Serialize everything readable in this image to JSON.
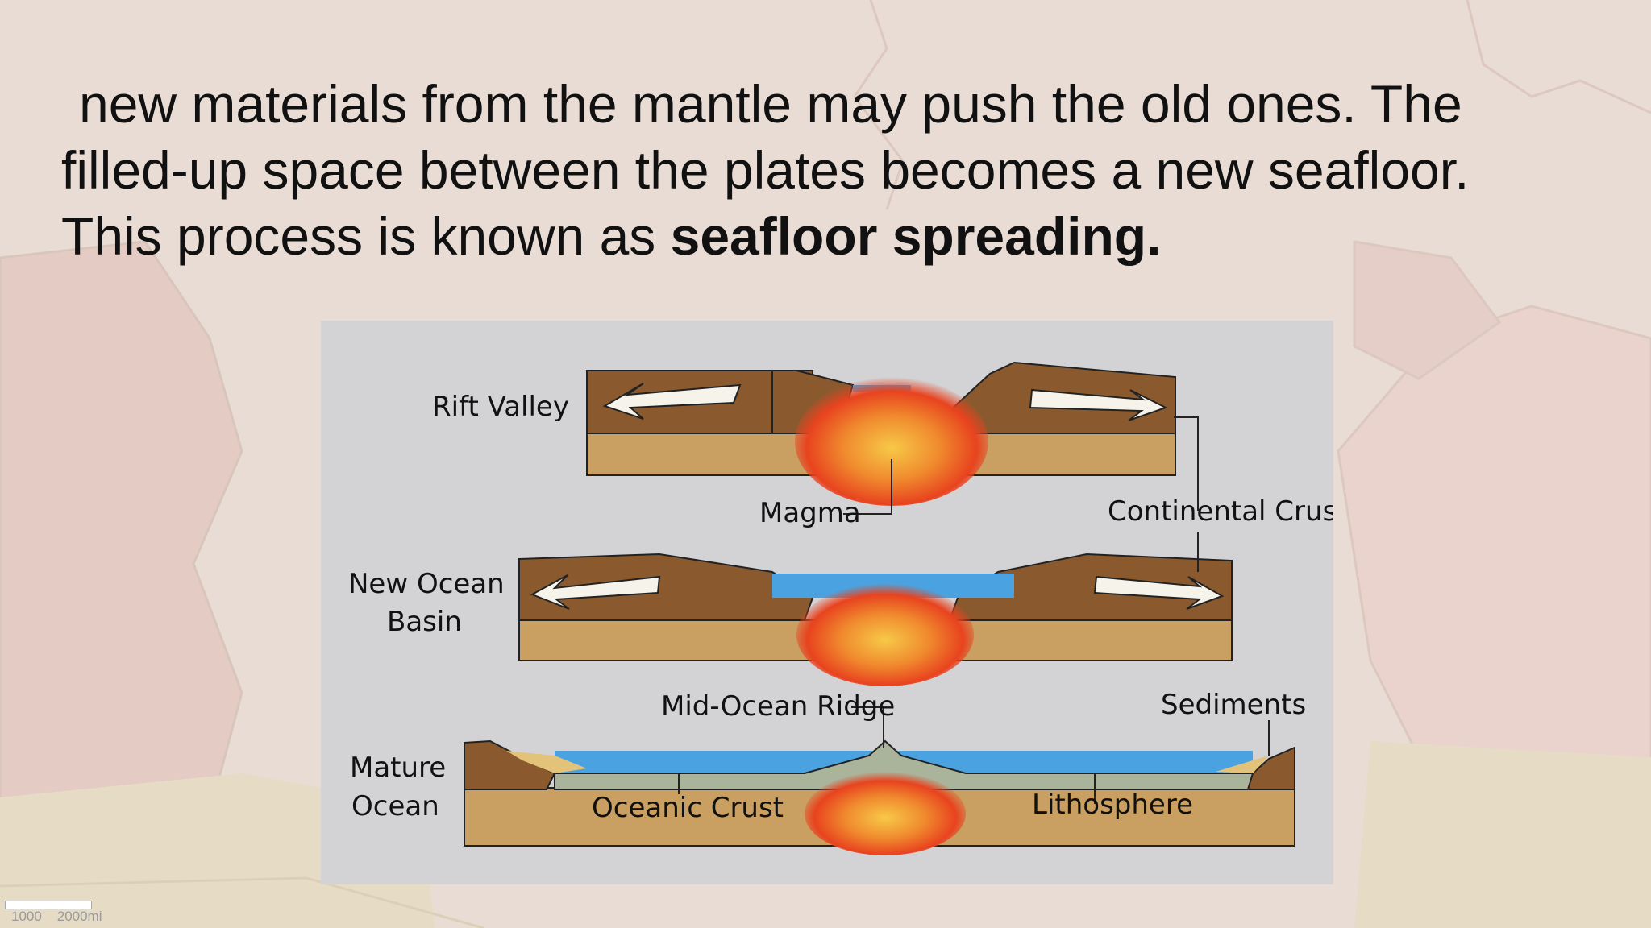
{
  "intro": {
    "line1": "new materials from the mantle may push the old ones. The",
    "line2": "filled-up space between the plates becomes a new seafloor.",
    "line3_prefix": "This process is known as ",
    "line3_bold": "seafloor spreading."
  },
  "diagram": {
    "stages": {
      "rift_valley": "Rift Valley",
      "new_ocean_1": "New Ocean",
      "new_ocean_2": "Basin",
      "mature_1": "Mature",
      "mature_2": "Ocean"
    },
    "labels": {
      "magma": "Magma",
      "continental_crust": "Continental Crust",
      "mid_ocean_ridge": "Mid-Ocean Ridge",
      "sediments": "Sediments",
      "oceanic_crust": "Oceanic Crust",
      "lithosphere": "Lithosphere"
    }
  },
  "map_scale": {
    "text_1000": "1000",
    "text_2000": "2000mi"
  },
  "colors": {
    "panel": "#d3d3d6",
    "crust_brown": "#8a5a2e",
    "mantle_tan": "#c9a062",
    "ocean_blue": "#4aa3e0",
    "magma_red": "#e8431f",
    "magma_yellow": "#f7c948",
    "oceanic_grey": "#a9b49b"
  }
}
